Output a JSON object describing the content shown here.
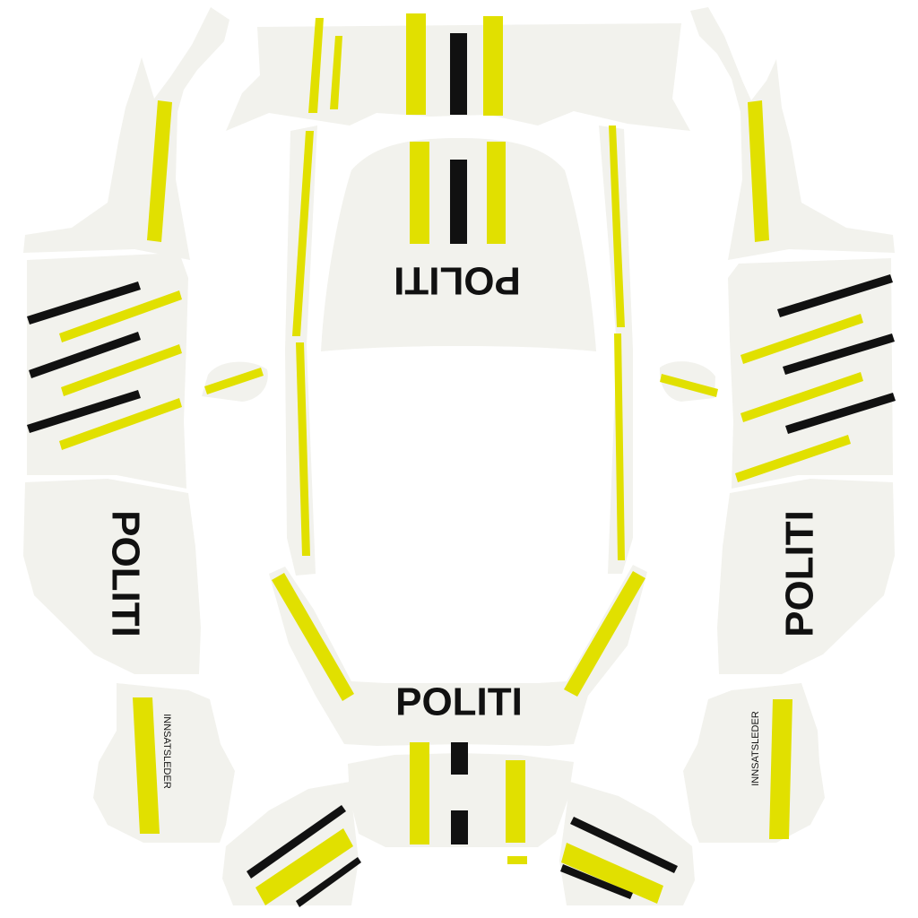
{
  "colors": {
    "panel": "#f2f2ed",
    "yellow": "#e1e000",
    "black": "#111111",
    "background": "#ffffff"
  },
  "labels": {
    "hood": "POLITI",
    "left_door": "POLITI",
    "right_door": "POLITI",
    "rear": "POLITI",
    "left_rear_quarter": "INNSATSLEDER",
    "right_rear_quarter": "INNSATSLEDER"
  }
}
